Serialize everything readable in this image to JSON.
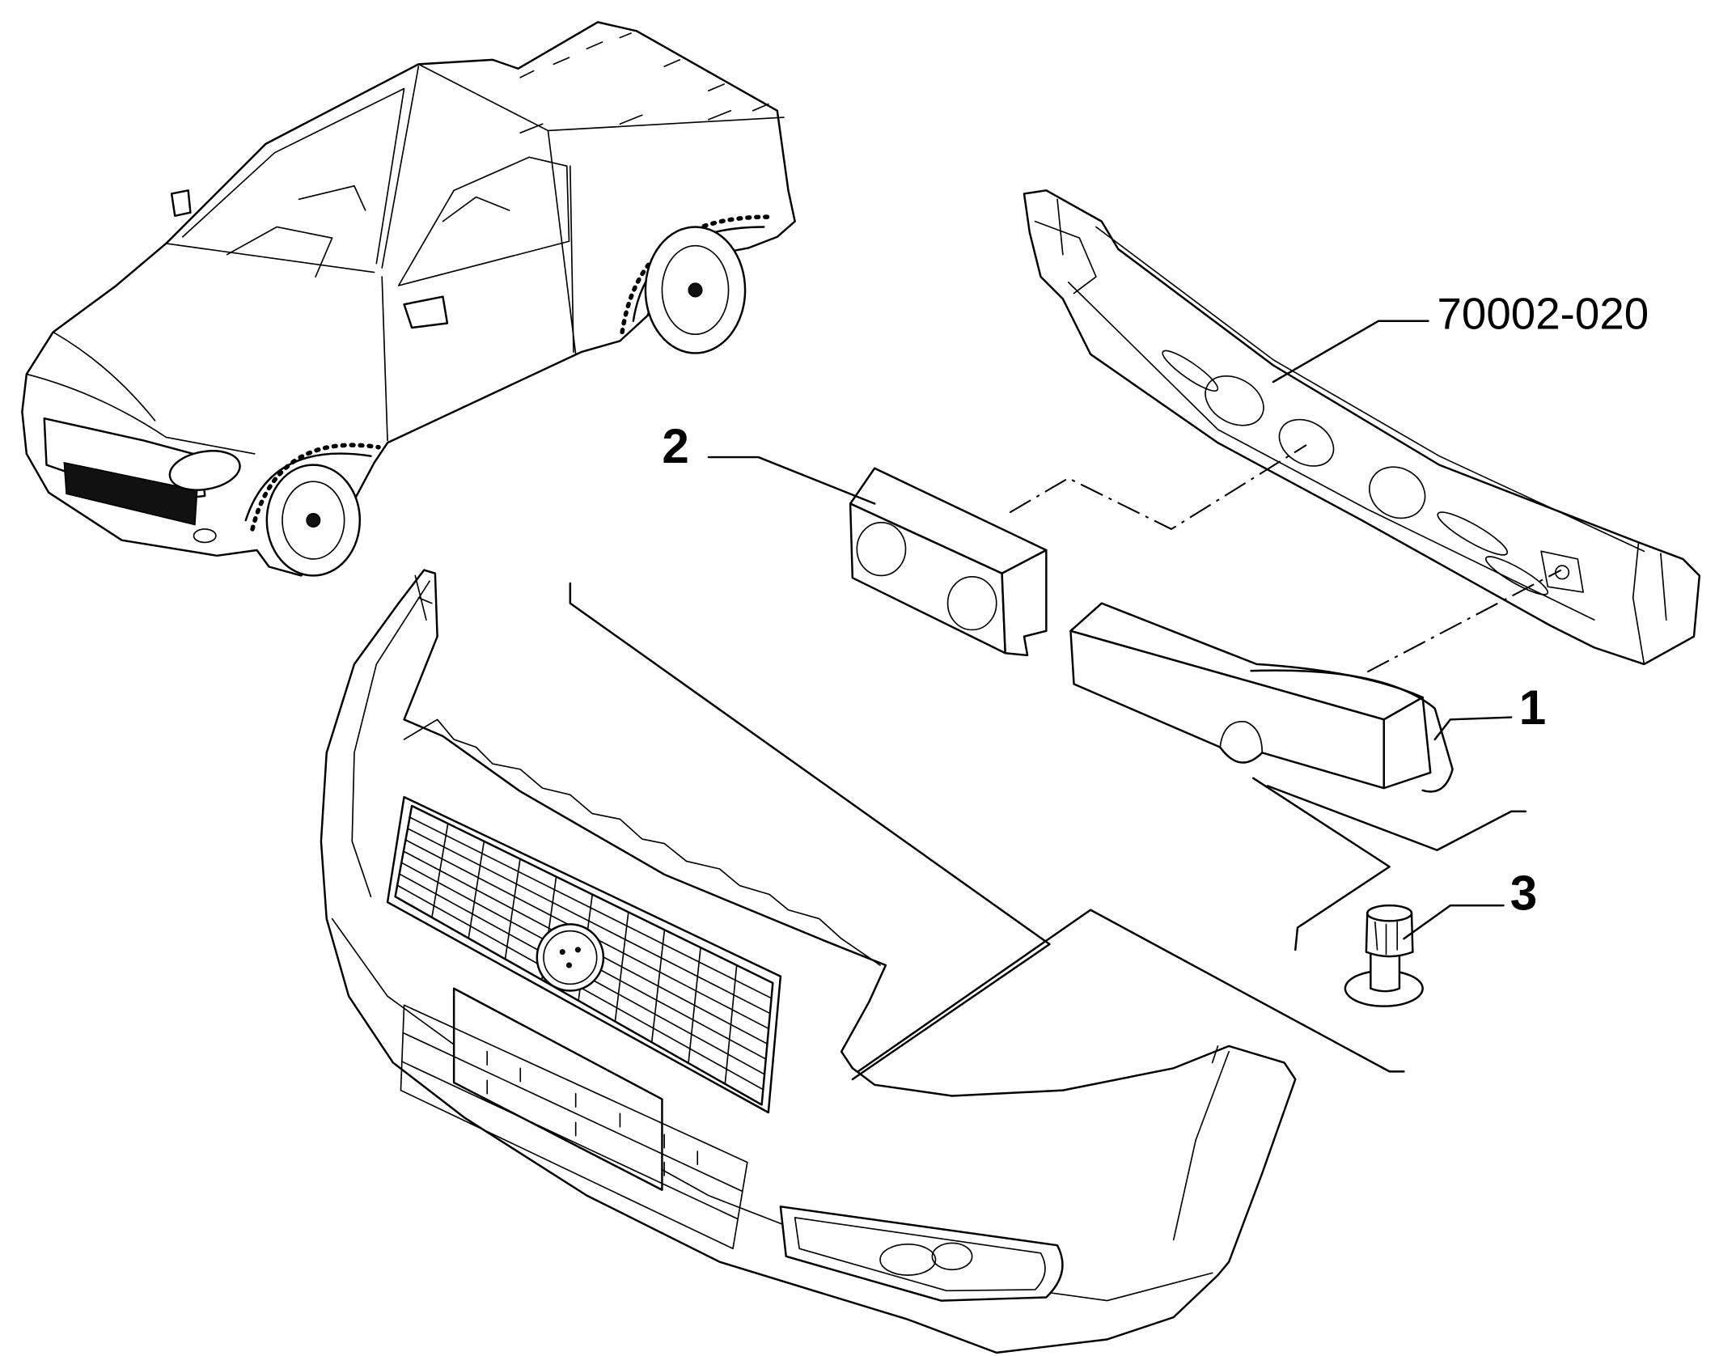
{
  "labels": {
    "part_number": "70002-020",
    "callout_1": "1",
    "callout_2": "2",
    "callout_3": "3"
  },
  "colors": {
    "line": "#000000",
    "background": "#ffffff"
  }
}
